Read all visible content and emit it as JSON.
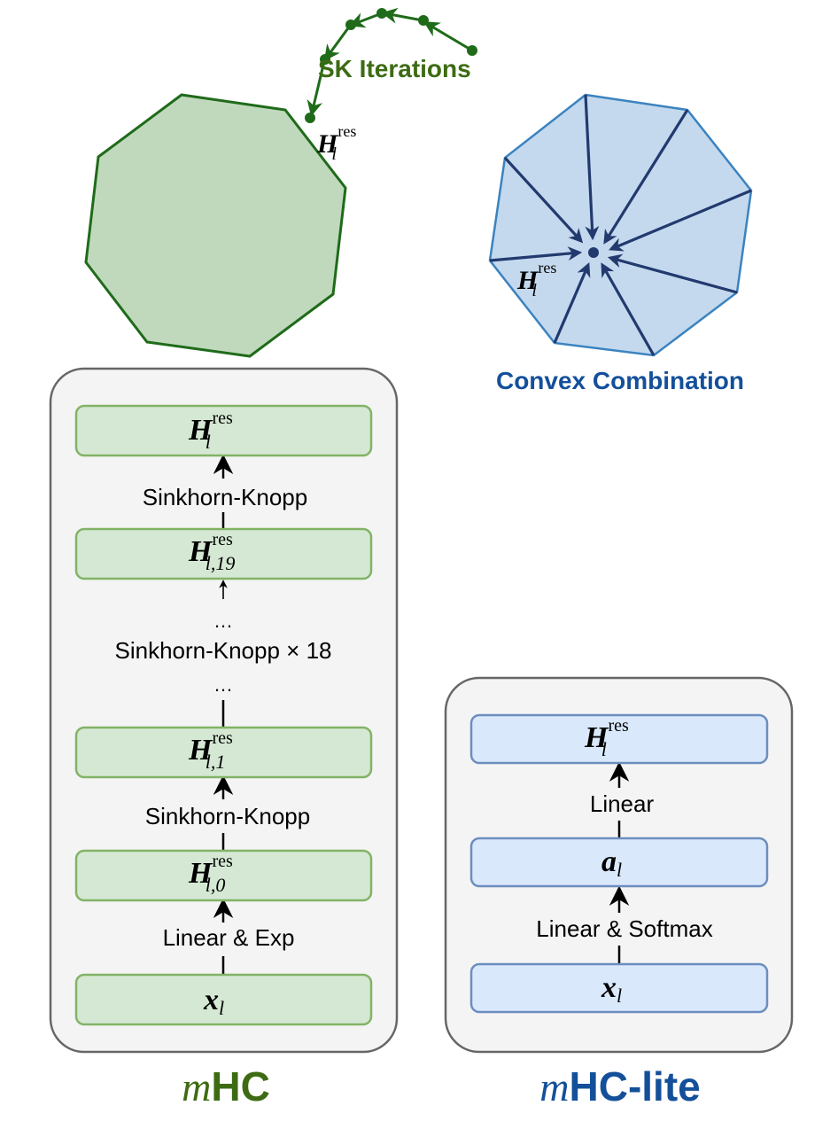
{
  "top_left": {
    "iterations_label": "SK Iterations",
    "matrix_label": {
      "base": "H",
      "sub": "l",
      "sup": "res"
    }
  },
  "top_right": {
    "matrix_label": {
      "base": "H",
      "sub": "l",
      "sup": "res"
    },
    "caption": "Convex Combination"
  },
  "mhc": {
    "title": {
      "italic": "m",
      "bold": "HC"
    },
    "boxes": [
      {
        "base": "H",
        "sub": "l",
        "sup": "res"
      },
      {
        "base": "H",
        "sub": "l,19",
        "sup": "res"
      },
      {
        "base": "H",
        "sub": "l,1",
        "sup": "res"
      },
      {
        "base": "H",
        "sub": "l,0",
        "sup": "res"
      },
      {
        "base": "x",
        "sub": "l",
        "sup": ""
      }
    ],
    "step_labels": {
      "top": "Sinkhorn-Knopp",
      "dots_upper": "…",
      "repeat": "Sinkhorn-Knopp × 18",
      "dots_lower": "…",
      "middle": "Sinkhorn-Knopp",
      "bottom": "Linear & Exp"
    }
  },
  "mhc_lite": {
    "title": {
      "italic": "m",
      "bold": "HC-lite"
    },
    "boxes": [
      {
        "base": "H",
        "sub": "l",
        "sup": "res"
      },
      {
        "base": "a",
        "sub": "l",
        "sup": ""
      },
      {
        "base": "x",
        "sub": "l",
        "sup": ""
      }
    ],
    "step_labels": {
      "top": "Linear",
      "bottom": "Linear & Softmax"
    }
  },
  "colors": {
    "green_fill": "#c0d9bc",
    "green_stroke": "#1f6b1a",
    "green_text": "#3d6b13",
    "blue_fill": "#c4d9ee",
    "blue_stroke": "#3b83c0",
    "blue_arrow": "#223a6e",
    "blue_text": "#14509a",
    "panel_fill": "#f4f4f4",
    "panel_stroke": "#666666",
    "box_green_fill": "#d5e8d4",
    "box_green_stroke": "#82b366",
    "box_blue_fill": "#dae8fc",
    "box_blue_stroke": "#6c8ebf"
  }
}
